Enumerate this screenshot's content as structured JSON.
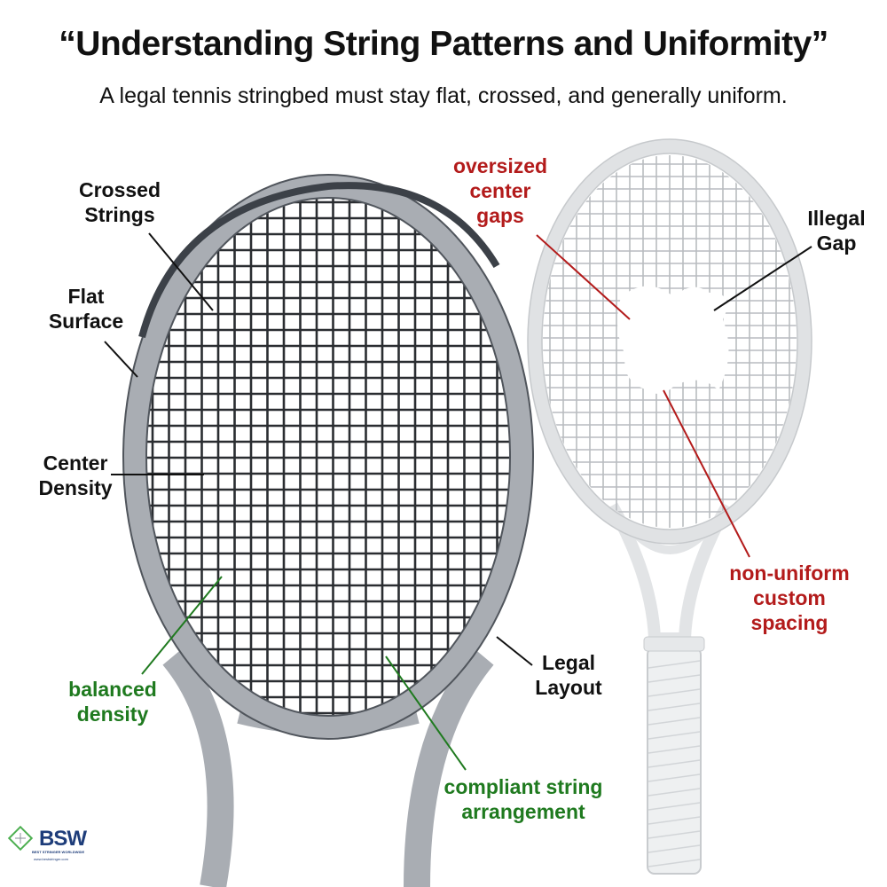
{
  "header": {
    "title": "“Understanding String Patterns and Uniformity”",
    "subtitle": "A legal tennis stringbed must stay flat, crossed, and generally uniform."
  },
  "left_racket_labels": {
    "crossed_strings": "Crossed\nStrings",
    "flat_surface": "Flat\nSurface",
    "center_density": "Center\nDensity",
    "balanced_density": "balanced\ndensity",
    "legal_layout": "Legal\nLayout",
    "compliant": "compliant string\narrangement"
  },
  "right_racket_labels": {
    "oversized_gaps": "oversized\ncenter\ngaps",
    "illegal_gap": "Illegal\nGap",
    "non_uniform": "non-uniform\ncustom\nspacing"
  },
  "logo": {
    "name": "BSW",
    "tagline": "BEST STRINGER WORLDWIDE",
    "url": "www.beststringer.com"
  },
  "colors": {
    "legal_label": "#1f7a1f",
    "illegal_label": "#b31b1b",
    "neutral_label": "#111111",
    "left_frame": "#a9adb3",
    "right_frame": "#e4e6e8"
  }
}
